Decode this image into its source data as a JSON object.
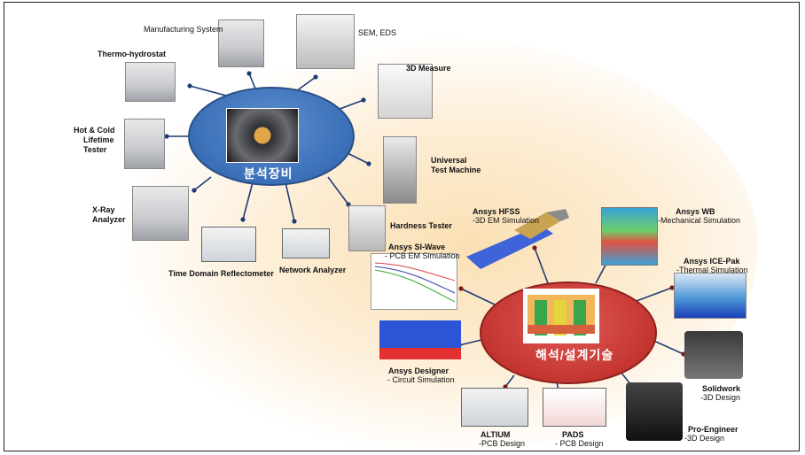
{
  "hubs": {
    "equipment": "분석장비",
    "analysis": "해석/설계기술"
  },
  "equipment": {
    "manufacturing": "Manufacturing System",
    "sem": "SEM, EDS",
    "thermo": "Thermo-hydrostat",
    "measure3d": "3D Measure",
    "hotcold": [
      "Hot & Cold",
      "Lifetime",
      "Tester"
    ],
    "utm": [
      "Universal",
      "Test Machine"
    ],
    "xray": [
      "X-Ray",
      "Analyzer"
    ],
    "hardness": "Hardness Tester",
    "tdr": "Time Domain Reflectometer",
    "network": "Network Analyzer"
  },
  "software": {
    "hfss": [
      "Ansys HFSS",
      "-3D EM Simulation"
    ],
    "wb": [
      "Ansys WB",
      "-Mechanical Simulation"
    ],
    "siwave": [
      "Ansys SI-Wave",
      "- PCB EM Simulation"
    ],
    "icepak": [
      "Ansys ICE-Pak",
      "-Thermal Simulation"
    ],
    "designer": [
      "Ansys Designer",
      "- Circuit Simulation"
    ],
    "solidwork": [
      "Solidwork",
      "-3D Design"
    ],
    "proengineer": [
      "Pro-Engineer",
      "-3D Design"
    ],
    "altium": [
      "ALTIUM",
      "-PCB Design"
    ],
    "pads": [
      "PADS",
      "- PCB Design"
    ]
  },
  "colors": {
    "equipment_hub": "#3a6fb7",
    "analysis_hub": "#c43531",
    "connector": "#1f3b73",
    "background_glow": "#f9dcaf"
  }
}
